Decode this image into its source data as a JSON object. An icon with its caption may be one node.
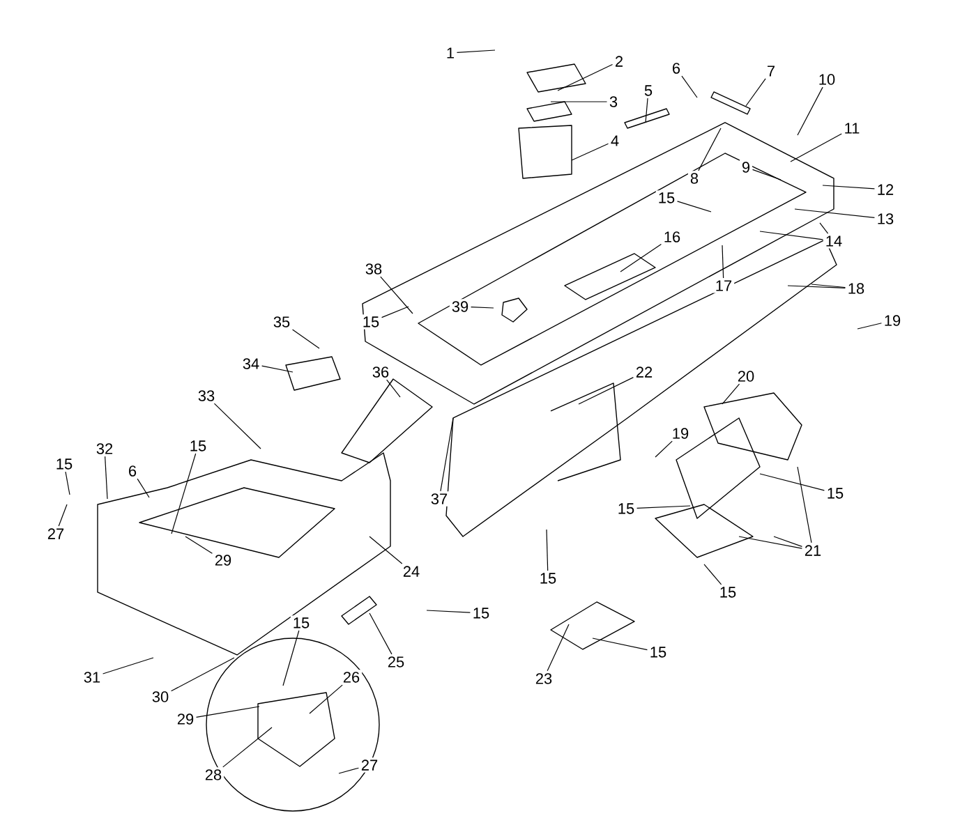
{
  "diagram": {
    "nodes": [
      {
        "text": [
          "1"
        ]
      },
      {
        "text": [
          "2"
        ]
      },
      {
        "text": [
          "3"
        ]
      },
      {
        "text": [
          "4"
        ]
      },
      {
        "text": [
          "5"
        ]
      },
      {
        "text": [
          "6"
        ]
      },
      {
        "text": [
          "7"
        ]
      },
      {
        "text": [
          "10"
        ]
      },
      {
        "text": [
          "11"
        ]
      },
      {
        "text": [
          "9"
        ]
      },
      {
        "text": [
          "8"
        ]
      },
      {
        "text": [
          "12"
        ]
      },
      {
        "text": [
          "15"
        ]
      },
      {
        "text": [
          "13"
        ]
      },
      {
        "text": [
          "16"
        ]
      },
      {
        "text": [
          "14"
        ]
      },
      {
        "text": [
          "17"
        ]
      },
      {
        "text": [
          "18"
        ]
      },
      {
        "text": [
          "38"
        ]
      },
      {
        "text": [
          "39"
        ]
      },
      {
        "text": [
          "19"
        ]
      },
      {
        "text": [
          "15"
        ]
      },
      {
        "text": [
          "35"
        ]
      },
      {
        "text": [
          "34"
        ]
      },
      {
        "text": [
          "36"
        ]
      },
      {
        "text": [
          "22"
        ]
      },
      {
        "text": [
          "20"
        ]
      },
      {
        "text": [
          "33"
        ]
      },
      {
        "text": [
          "19"
        ]
      },
      {
        "text": [
          "15"
        ]
      },
      {
        "text": [
          "32"
        ]
      },
      {
        "text": [
          "15"
        ]
      },
      {
        "text": [
          "6"
        ]
      },
      {
        "text": [
          "15"
        ]
      },
      {
        "text": [
          "37"
        ]
      },
      {
        "text": [
          "15"
        ]
      },
      {
        "text": [
          "27"
        ]
      },
      {
        "text": [
          "29"
        ]
      },
      {
        "text": [
          "21"
        ]
      },
      {
        "text": [
          "24"
        ]
      },
      {
        "text": [
          "15"
        ]
      },
      {
        "text": [
          "15"
        ]
      },
      {
        "text": [
          "15"
        ]
      },
      {
        "text": [
          "25"
        ]
      },
      {
        "text": [
          "15"
        ]
      },
      {
        "text": [
          "15"
        ]
      },
      {
        "text": [
          "31"
        ]
      },
      {
        "text": [
          "23"
        ]
      },
      {
        "text": [
          "26"
        ]
      },
      {
        "text": [
          "30"
        ]
      },
      {
        "text": [
          "29"
        ]
      },
      {
        "text": [
          "27"
        ]
      },
      {
        "text": [
          "28"
        ]
      }
    ],
    "edges": [
      {
        "from": 0,
        "to": null,
        "arrow": "none"
      },
      {
        "from": 1,
        "to": null,
        "arrow": "none"
      },
      {
        "from": 2,
        "to": null,
        "arrow": "none"
      },
      {
        "from": 3,
        "to": null,
        "arrow": "none"
      },
      {
        "from": 4,
        "to": null,
        "arrow": "none"
      },
      {
        "from": 5,
        "to": null,
        "arrow": "none"
      },
      {
        "from": 6,
        "to": null,
        "arrow": "none"
      },
      {
        "from": 7,
        "to": null,
        "arrow": "none"
      },
      {
        "from": 8,
        "to": null,
        "arrow": "none"
      },
      {
        "from": 9,
        "to": null,
        "arrow": "none"
      },
      {
        "from": 10,
        "to": null,
        "arrow": "none"
      },
      {
        "from": 11,
        "to": null,
        "arrow": "none"
      },
      {
        "from": 12,
        "to": null,
        "arrow": "none"
      },
      {
        "from": 13,
        "to": null,
        "arrow": "none"
      },
      {
        "from": 14,
        "to": null,
        "arrow": "none"
      },
      {
        "from": 15,
        "to": null,
        "arrow": "none"
      },
      {
        "from": 15,
        "to": null,
        "arrow": "none"
      },
      {
        "from": 16,
        "to": null,
        "arrow": "none"
      },
      {
        "from": 17,
        "to": null,
        "arrow": "none"
      },
      {
        "from": 17,
        "to": null,
        "arrow": "none"
      },
      {
        "from": 18,
        "to": null,
        "arrow": "none"
      },
      {
        "from": 19,
        "to": null,
        "arrow": "none"
      },
      {
        "from": 20,
        "to": null,
        "arrow": "none"
      },
      {
        "from": 21,
        "to": null,
        "arrow": "none"
      },
      {
        "from": 22,
        "to": null,
        "arrow": "none"
      },
      {
        "from": 23,
        "to": null,
        "arrow": "none"
      },
      {
        "from": 24,
        "to": null,
        "arrow": "none"
      },
      {
        "from": 25,
        "to": null,
        "arrow": "none"
      },
      {
        "from": 26,
        "to": null,
        "arrow": "none"
      },
      {
        "from": 27,
        "to": null,
        "arrow": "none"
      },
      {
        "from": 28,
        "to": null,
        "arrow": "none"
      },
      {
        "from": 29,
        "to": null,
        "arrow": "none"
      },
      {
        "from": 30,
        "to": null,
        "arrow": "none"
      },
      {
        "from": 31,
        "to": null,
        "arrow": "none"
      },
      {
        "from": 32,
        "to": null,
        "arrow": "none"
      },
      {
        "from": 33,
        "to": null,
        "arrow": "none"
      },
      {
        "from": 34,
        "to": null,
        "arrow": "none"
      },
      {
        "from": 35,
        "to": null,
        "arrow": "none"
      },
      {
        "from": 36,
        "to": null,
        "arrow": "none"
      },
      {
        "from": 37,
        "to": null,
        "arrow": "none"
      },
      {
        "from": 38,
        "to": null,
        "arrow": "none"
      },
      {
        "from": 38,
        "to": null,
        "arrow": "none"
      },
      {
        "from": 38,
        "to": null,
        "arrow": "none"
      },
      {
        "from": 39,
        "to": null,
        "arrow": "none"
      },
      {
        "from": 40,
        "to": null,
        "arrow": "none"
      },
      {
        "from": 41,
        "to": null,
        "arrow": "none"
      },
      {
        "from": 42,
        "to": null,
        "arrow": "none"
      },
      {
        "from": 43,
        "to": null,
        "arrow": "none"
      },
      {
        "from": 44,
        "to": null,
        "arrow": "none"
      },
      {
        "from": 45,
        "to": null,
        "arrow": "none"
      },
      {
        "from": 46,
        "to": null,
        "arrow": "none"
      },
      {
        "from": 47,
        "to": null,
        "arrow": "none"
      },
      {
        "from": 48,
        "to": null,
        "arrow": "none"
      },
      {
        "from": 49,
        "to": null,
        "arrow": "none"
      },
      {
        "from": 50,
        "to": null,
        "arrow": "none"
      },
      {
        "from": 51,
        "to": null,
        "arrow": "none"
      },
      {
        "from": 52,
        "to": null,
        "arrow": "none"
      }
    ]
  }
}
